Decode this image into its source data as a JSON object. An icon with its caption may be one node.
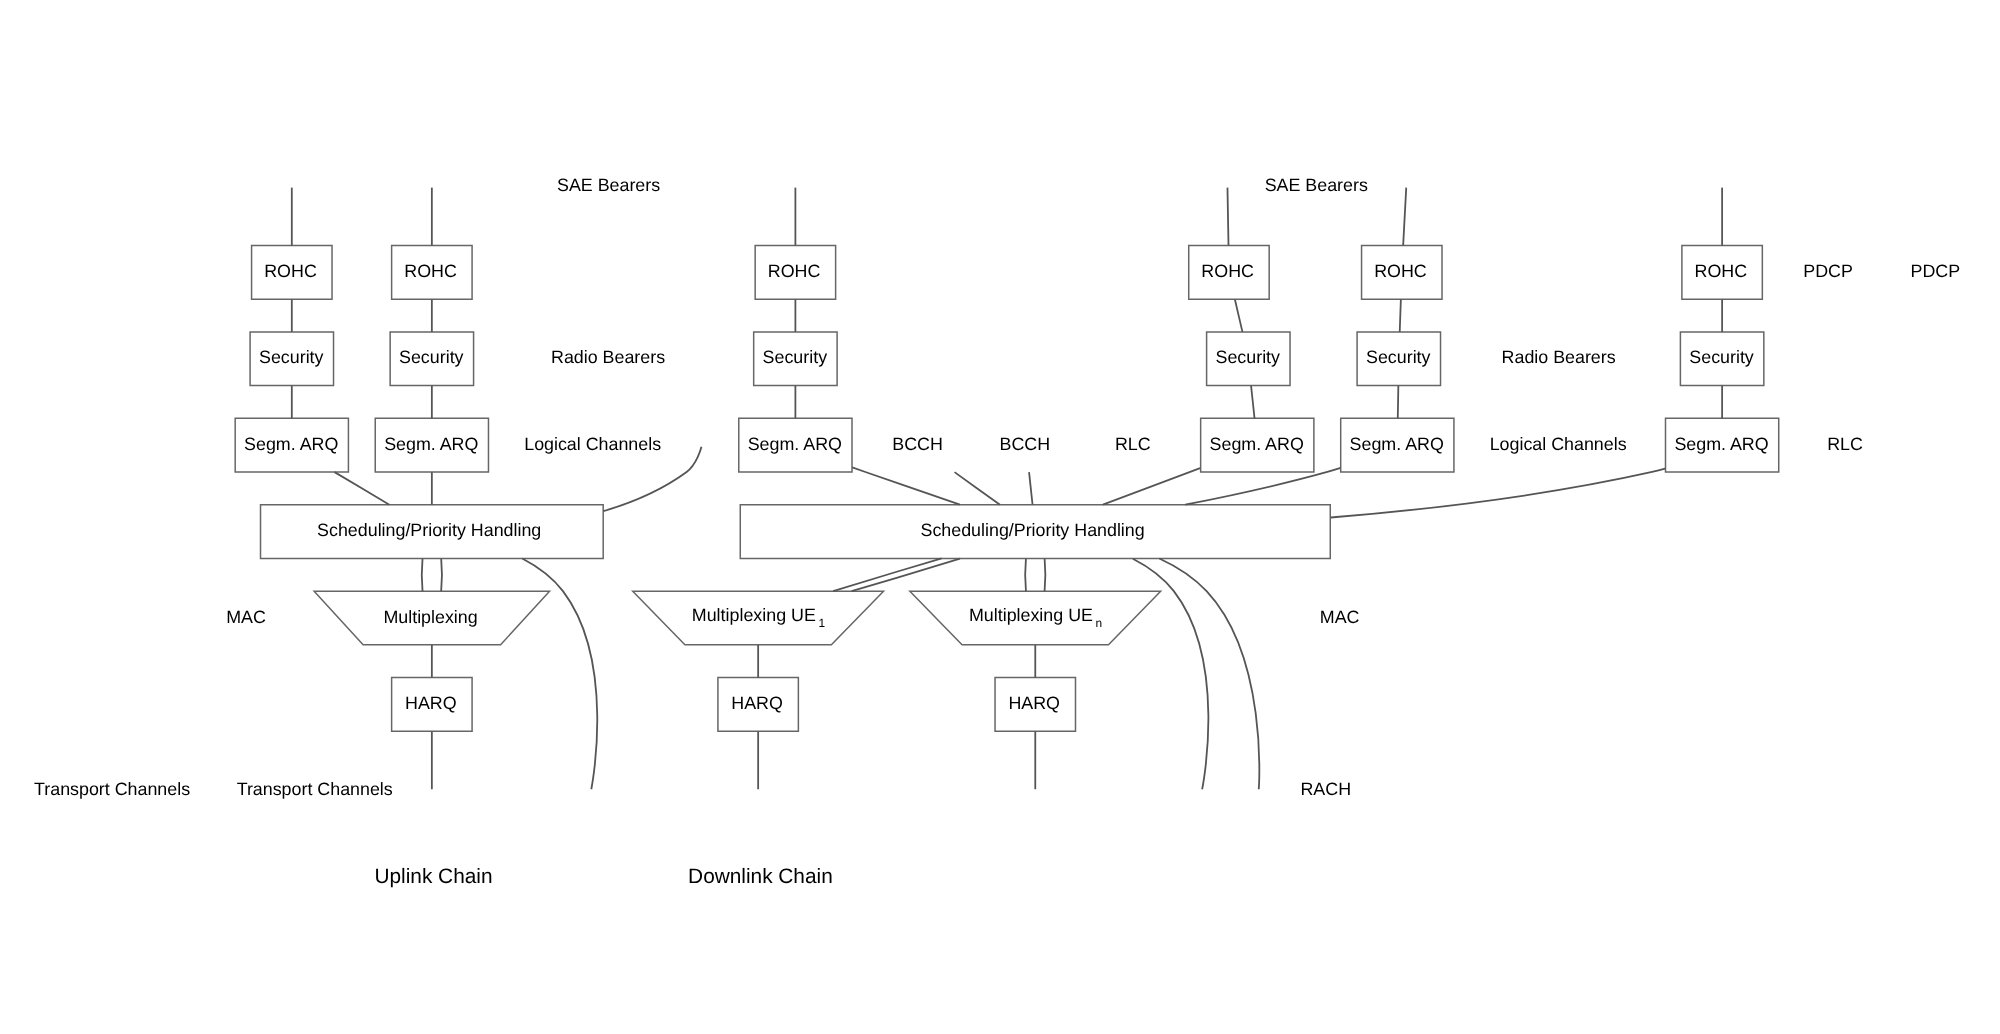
{
  "diagram": {
    "nodes": [
      {
        "text": [
          "ROHC"
        ]
      },
      {
        "text": [
          "ROHC"
        ]
      },
      {
        "text": [
          "ROHC"
        ]
      },
      {
        "text": [
          "ROHC"
        ]
      },
      {
        "text": [
          "Security"
        ]
      },
      {
        "text": [
          "Security"
        ]
      },
      {
        "text": [
          "Security"
        ]
      },
      {
        "text": [
          "Security"
        ]
      },
      {
        "text": [
          "Segm. ARQ"
        ]
      },
      {
        "text": [
          "Segm. ARQ"
        ]
      },
      {
        "text": [
          "Segm. ARQ"
        ]
      },
      {
        "text": [
          "Segm. ARQ"
        ]
      },
      {
        "text": [
          "BCCH"
        ]
      },
      {
        "text": [
          "BCCH"
        ]
      },
      {
        "text": [
          "Scheduling/Priority Handling"
        ]
      },
      {
        "text": [
          "Multiplexing UE$_{1}$"
        ]
      },
      {
        "text": [
          "Multiplexing UE$_{n}$"
        ]
      },
      {
        "text": [
          "HARQ"
        ]
      },
      {
        "text": [
          "HARQ"
        ]
      },
      {
        "text": [
          "ROHC"
        ]
      },
      {
        "text": [
          "ROHC"
        ]
      },
      {
        "text": [
          "Security"
        ]
      },
      {
        "text": [
          "Security"
        ]
      },
      {
        "text": [
          "Segm. ARQ"
        ]
      },
      {
        "text": [
          "Segm. ARQ"
        ]
      },
      {
        "text": [
          "Scheduling/Priority Handling"
        ]
      },
      {
        "text": [
          "Multiplexing"
        ]
      },
      {
        "text": [
          "HARQ"
        ]
      }
    ],
    "edges": [
      {
        "from": null,
        "to": 0,
        "arrow": "none"
      },
      {
        "from": null,
        "to": 1,
        "arrow": "none"
      },
      {
        "from": null,
        "to": 2,
        "arrow": "none"
      },
      {
        "from": null,
        "to": 3,
        "arrow": "none"
      },
      {
        "from": 0,
        "to": 4,
        "arrow": "none"
      },
      {
        "from": 1,
        "to": 5,
        "arrow": "none"
      },
      {
        "from": 2,
        "to": 6,
        "arrow": "none"
      },
      {
        "from": 3,
        "to": 7,
        "arrow": "none"
      },
      {
        "from": 4,
        "to": 8,
        "arrow": "none"
      },
      {
        "from": 5,
        "to": 9,
        "arrow": "none"
      },
      {
        "from": 6,
        "to": 10,
        "arrow": "none"
      },
      {
        "from": 7,
        "to": 11,
        "arrow": "none"
      },
      {
        "from": 8,
        "to": 14,
        "arrow": "none"
      },
      {
        "from": 9,
        "to": 14,
        "arrow": "none"
      },
      {
        "from": 10,
        "to": 14,
        "arrow": "none"
      },
      {
        "from": 11,
        "to": 14,
        "arrow": "none"
      },
      {
        "from": 12,
        "to": 14,
        "arrow": "none"
      },
      {
        "from": 13,
        "to": 14,
        "arrow": "none"
      },
      {
        "from": 14,
        "to": 15,
        "arrow": "none"
      },
      {
        "from": 14,
        "to": 15,
        "arrow": "none"
      },
      {
        "from": 14,
        "to": 16,
        "arrow": "none"
      },
      {
        "from": 14,
        "to": 16,
        "arrow": "none"
      },
      {
        "from": 15,
        "to": 17,
        "arrow": "none"
      },
      {
        "from": 16,
        "to": 18,
        "arrow": "none"
      },
      {
        "from": 17,
        "to": null,
        "arrow": "none"
      },
      {
        "from": 18,
        "to": null,
        "arrow": "none"
      },
      {
        "from": 14,
        "to": null,
        "arrow": "none"
      },
      {
        "from": 14,
        "to": null,
        "arrow": "none"
      },
      {
        "from": null,
        "to": 19,
        "arrow": "none"
      },
      {
        "from": null,
        "to": 20,
        "arrow": "none"
      },
      {
        "from": 19,
        "to": 21,
        "arrow": "none"
      },
      {
        "from": 20,
        "to": 22,
        "arrow": "none"
      },
      {
        "from": 21,
        "to": 23,
        "arrow": "none"
      },
      {
        "from": 22,
        "to": 24,
        "arrow": "none"
      },
      {
        "from": 23,
        "to": 25,
        "arrow": "none"
      },
      {
        "from": 24,
        "to": 25,
        "arrow": "none"
      },
      {
        "from": null,
        "to": 25,
        "arrow": "none"
      },
      {
        "from": 25,
        "to": 26,
        "arrow": "none"
      },
      {
        "from": 25,
        "to": 26,
        "arrow": "none"
      },
      {
        "from": 26,
        "to": 27,
        "arrow": "none"
      },
      {
        "from": 27,
        "to": null,
        "arrow": "none"
      },
      {
        "from": 25,
        "to": null,
        "arrow": "none"
      }
    ],
    "labels": [
      "SAE Bearers",
      "SAE Bearers",
      "PDCP",
      "PDCP",
      "Radio Bearers",
      "Radio Bearers",
      "RLC",
      "RLC",
      "Logical Channels",
      "Logical Channels",
      "MAC",
      "MAC",
      "Transport Channels",
      "RACH",
      "Transport Channels",
      "Downlink Chain",
      "Uplink Chain"
    ]
  }
}
